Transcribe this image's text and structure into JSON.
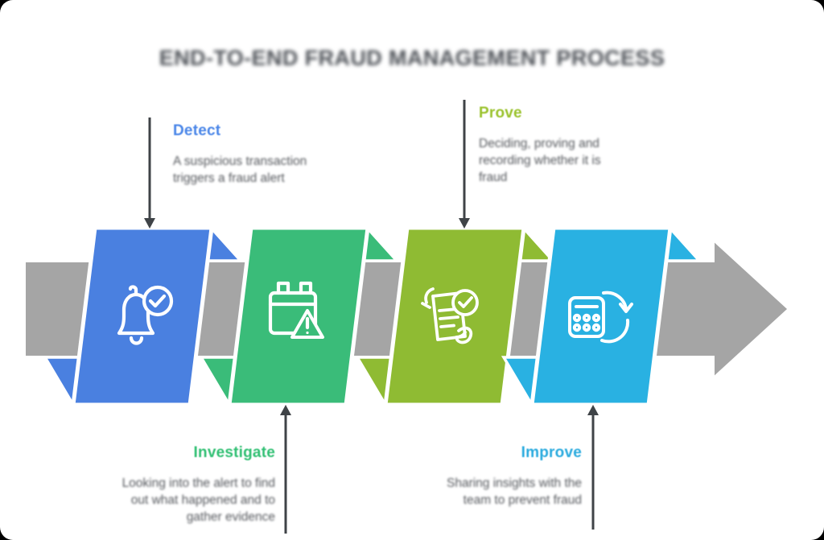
{
  "title": "END-TO-END FRAUD MANAGEMENT PROCESS",
  "colors": {
    "background": "#ffffff",
    "arrow_gray": "#a5a5a5",
    "connector": "#3f4347",
    "title_text": "#4a4e54",
    "body_text": "#55585d",
    "icon_stroke": "#ffffff"
  },
  "stages": [
    {
      "label": "Detect",
      "label_color": "#4a86e8",
      "shape_color": "#4a80e0",
      "icon": "bell-check-icon",
      "callout_position": "top",
      "desc_lines": [
        "A suspicious transaction",
        "triggers a fraud alert"
      ]
    },
    {
      "label": "Investigate",
      "label_color": "#2fbf72",
      "shape_color": "#3abc79",
      "icon": "calendar-warning-icon",
      "callout_position": "bottom",
      "desc_lines": [
        "Looking into the alert to find",
        "out what happened and to",
        "gather evidence"
      ]
    },
    {
      "label": "Prove",
      "label_color": "#9ac22c",
      "shape_color": "#8fbb33",
      "icon": "document-check-hands-icon",
      "callout_position": "top",
      "desc_lines": [
        "Deciding, proving and",
        "recording whether it is",
        "fraud"
      ]
    },
    {
      "label": "Improve",
      "label_color": "#29aade",
      "shape_color": "#29b1e2",
      "icon": "calculator-sync-icon",
      "callout_position": "bottom",
      "desc_lines": [
        "Sharing insights with the",
        "team to prevent fraud"
      ]
    }
  ]
}
